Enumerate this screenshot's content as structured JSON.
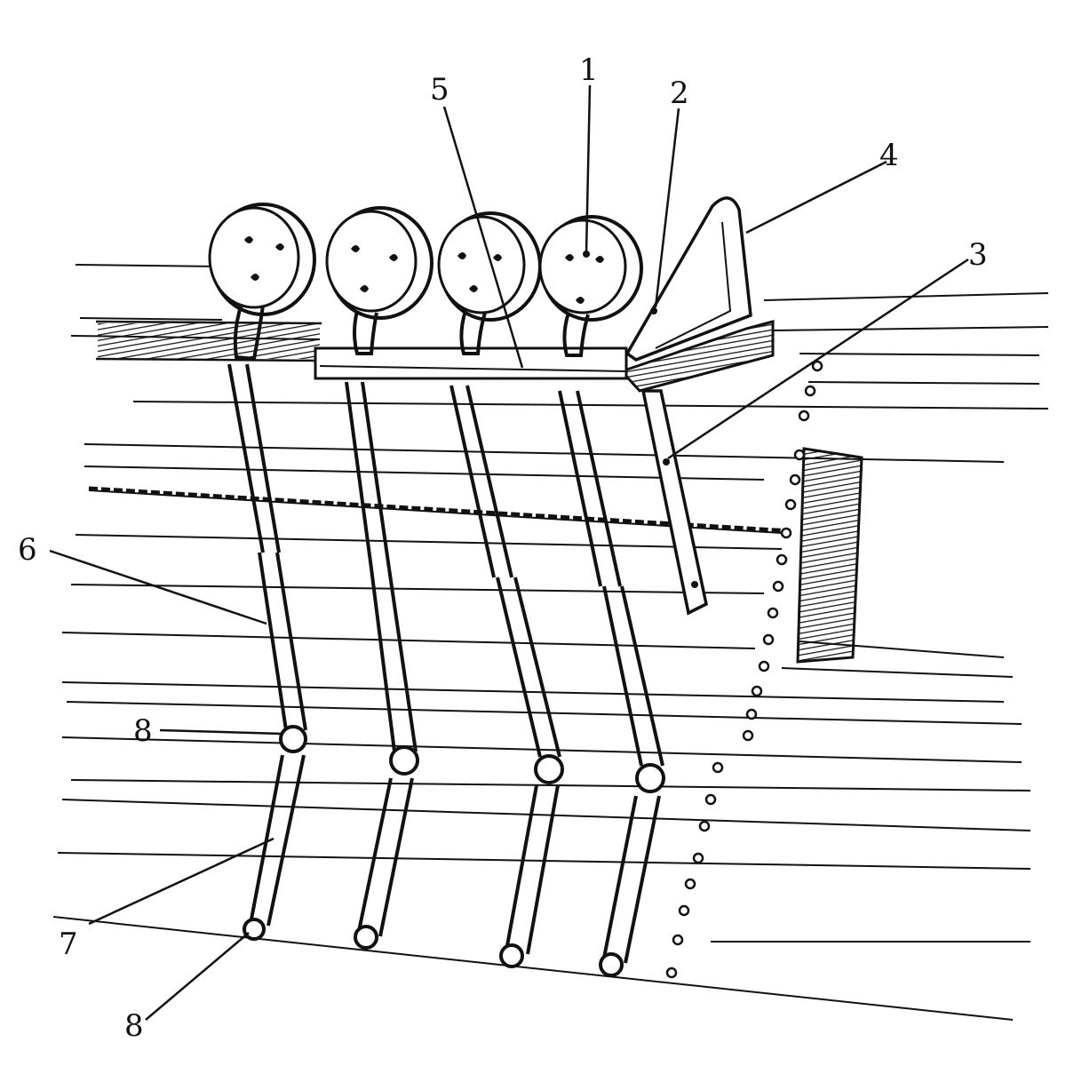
{
  "figure": {
    "labels": {
      "deadeye": "1",
      "bolt": "2",
      "stay_bar": "3",
      "bracket": "4",
      "chain_rail": "5",
      "chain_link_upper": "6",
      "chain_plate": "7",
      "pin_upper": "8",
      "pin_lower": "8"
    }
  },
  "colors": {
    "ink": "#111111",
    "paper": "#ffffff"
  }
}
